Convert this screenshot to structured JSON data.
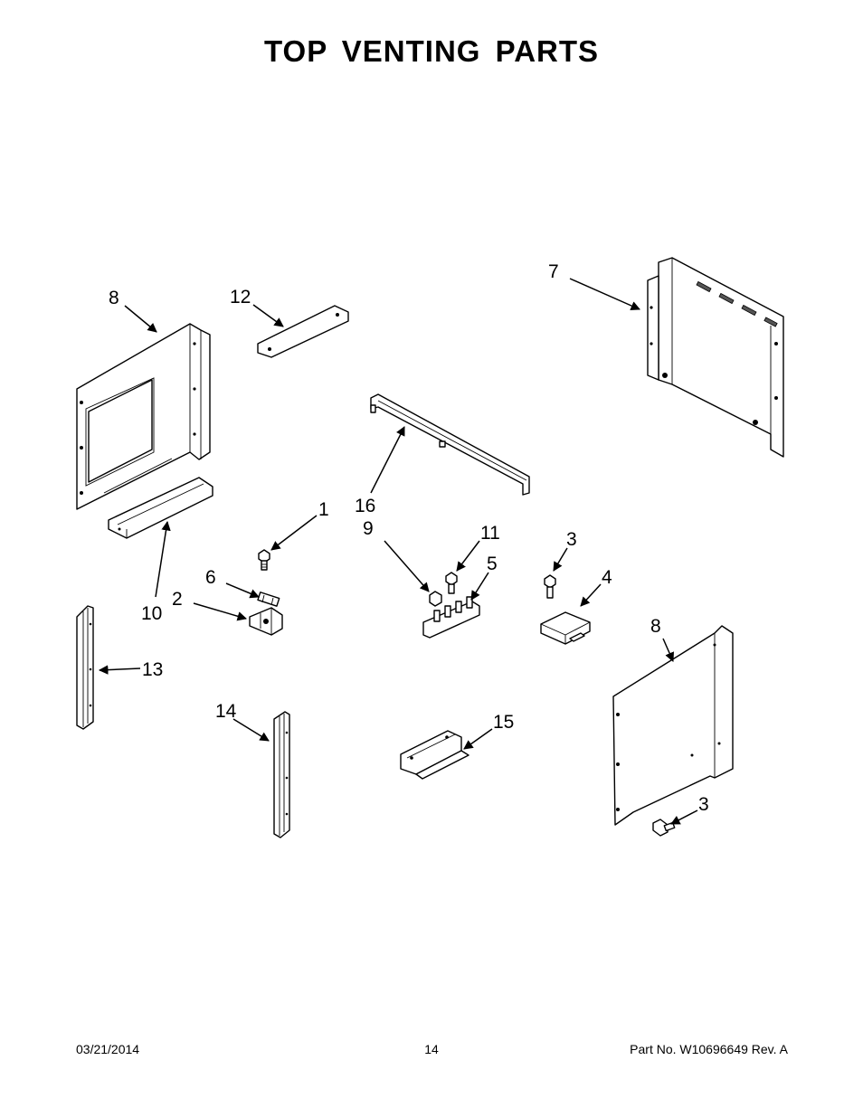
{
  "title": "TOP VENTING PARTS",
  "callouts": [
    {
      "id": "c8a",
      "label": "8"
    },
    {
      "id": "c12",
      "label": "12"
    },
    {
      "id": "c7",
      "label": "7"
    },
    {
      "id": "c1",
      "label": "1"
    },
    {
      "id": "c16",
      "label": "16"
    },
    {
      "id": "c9",
      "label": "9"
    },
    {
      "id": "c11",
      "label": "11"
    },
    {
      "id": "c5",
      "label": "5"
    },
    {
      "id": "c3a",
      "label": "3"
    },
    {
      "id": "c4",
      "label": "4"
    },
    {
      "id": "c6",
      "label": "6"
    },
    {
      "id": "c2",
      "label": "2"
    },
    {
      "id": "c10",
      "label": "10"
    },
    {
      "id": "c8b",
      "label": "8"
    },
    {
      "id": "c13",
      "label": "13"
    },
    {
      "id": "c14",
      "label": "14"
    },
    {
      "id": "c15",
      "label": "15"
    },
    {
      "id": "c3b",
      "label": "3"
    }
  ],
  "footer": {
    "date": "03/21/2014",
    "page": "14",
    "part_no": "Part No.  W10696649  Rev.  A"
  }
}
